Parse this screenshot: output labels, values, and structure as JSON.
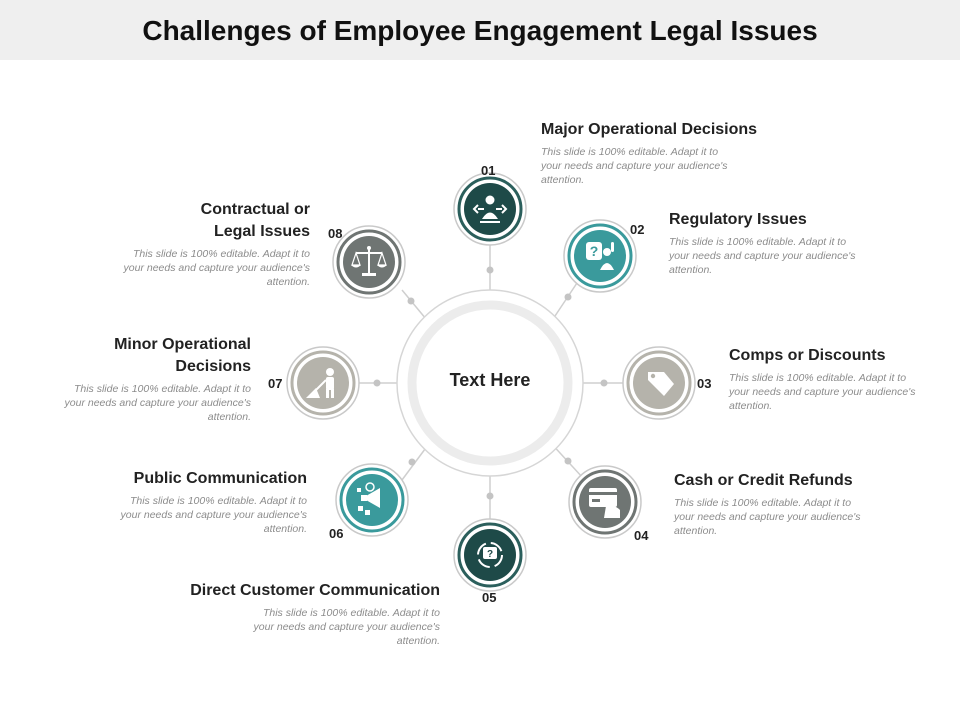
{
  "title": "Challenges of Employee Engagement Legal Issues",
  "center_label": "Text Here",
  "colors": {
    "dark_teal": "#1e4a48",
    "teal": "#3a9a9c",
    "gray_light": "#b5b3ab",
    "gray_dark": "#6f7573"
  },
  "nodes": [
    {
      "num": "01",
      "heading": "Major Operational Decisions",
      "desc": "This slide is 100% editable. Adapt it to your needs and capture your audience's attention.",
      "icon": "decision-icon",
      "color": "dark_teal"
    },
    {
      "num": "02",
      "heading": "Regulatory Issues",
      "desc": "This slide is 100% editable. Adapt it to your needs and capture your audience's attention.",
      "icon": "question-person-icon",
      "color": "teal"
    },
    {
      "num": "03",
      "heading": "Comps or Discounts",
      "desc": "This slide is 100% editable. Adapt it to your needs and capture your audience's attention.",
      "icon": "price-tag-icon",
      "color": "gray_light"
    },
    {
      "num": "04",
      "heading": "Cash or Credit Refunds",
      "desc": "This slide is 100% editable. Adapt it to your needs and capture your audience's attention.",
      "icon": "credit-card-icon",
      "color": "gray_dark"
    },
    {
      "num": "05",
      "heading": "Direct Customer Communication",
      "desc": "This slide is 100% editable. Adapt it to your needs and capture your audience's attention.",
      "icon": "chat-cycle-icon",
      "color": "dark_teal"
    },
    {
      "num": "06",
      "heading": "Public Communication",
      "desc": "This slide is 100% editable. Adapt it to your needs and capture your audience's attention.",
      "icon": "megaphone-icon",
      "color": "teal"
    },
    {
      "num": "07",
      "heading": "Minor Operational Decisions",
      "desc": "This slide is 100% editable. Adapt it to your needs and capture your audience's attention.",
      "icon": "worker-icon",
      "color": "gray_light"
    },
    {
      "num": "08",
      "heading": "Contractual or Legal Issues",
      "desc": "This slide is 100% editable. Adapt it to your needs and capture your audience's attention.",
      "icon": "scales-icon",
      "color": "gray_dark"
    }
  ]
}
